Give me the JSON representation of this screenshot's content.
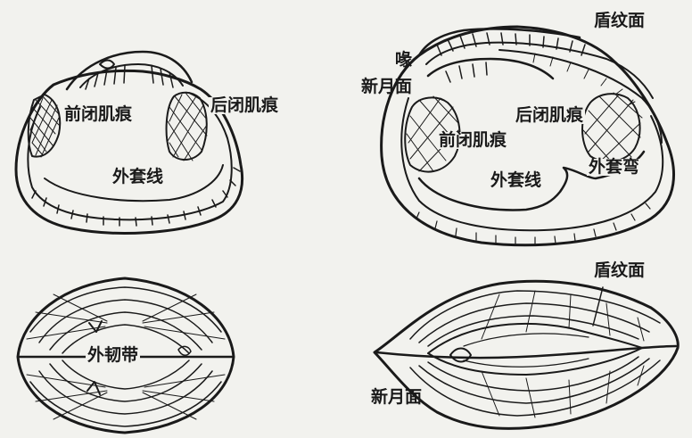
{
  "figure": {
    "ink_color": "#1a1a1a",
    "paper_color": "#f2f2ee",
    "panels": {
      "top_left": {
        "labels": {
          "anterior_adductor_scar": "前闭肌痕",
          "posterior_adductor_scar": "后闭肌痕",
          "pallial_line": "外套线"
        }
      },
      "top_right": {
        "labels": {
          "escutcheon": "盾纹面",
          "beak": "喙",
          "lunule": "新月面",
          "posterior_adductor_scar": "后闭肌痕",
          "anterior_adductor_scar": "前闭肌痕",
          "pallial_line": "外套线",
          "pallial_sinus": "外套弯"
        }
      },
      "bottom_left": {
        "labels": {
          "external_ligament": "外韧带"
        }
      },
      "bottom_right": {
        "labels": {
          "escutcheon": "盾纹面",
          "lunule": "新月面"
        }
      }
    }
  }
}
